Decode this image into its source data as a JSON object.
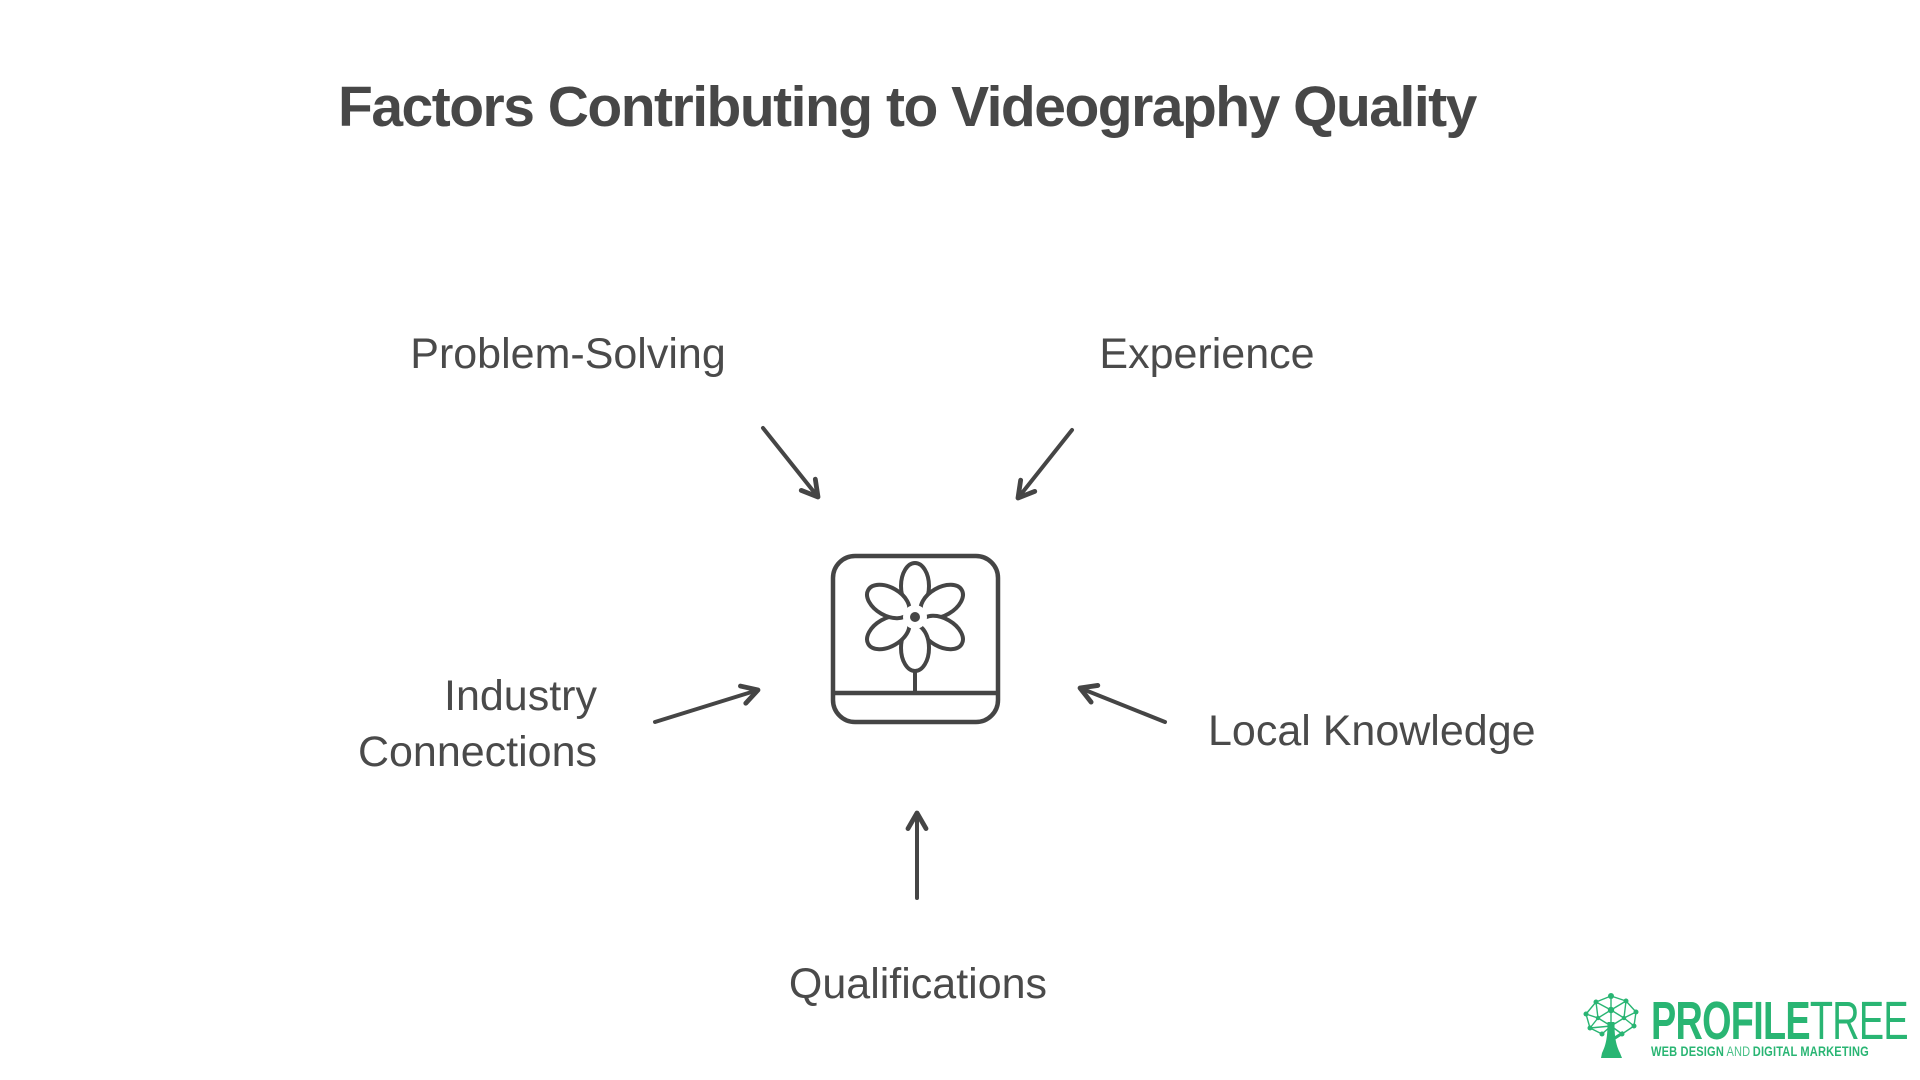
{
  "title": "Factors Contributing to Videography Quality",
  "diagram": {
    "type": "hub-and-spoke",
    "center_icon": "flower-in-planter-icon",
    "factors": [
      {
        "label": "Problem-Solving",
        "position": "top-left",
        "arrow_direction": "down-right-to-center"
      },
      {
        "label": "Experience",
        "position": "top-right",
        "arrow_direction": "down-left-to-center"
      },
      {
        "label": "Industry Connections",
        "position": "left",
        "arrow_direction": "up-right-to-center"
      },
      {
        "label": "Local Knowledge",
        "position": "right",
        "arrow_direction": "up-left-to-center"
      },
      {
        "label": "Qualifications",
        "position": "bottom",
        "arrow_direction": "up-to-center"
      }
    ]
  },
  "colors": {
    "background": "#ffffff",
    "title_text": "#474747",
    "label_text": "#4a4a4a",
    "line_stroke": "#454545",
    "brand_green": "#29b573"
  },
  "logo": {
    "icon": "network-tree-icon",
    "brand_first": "PROFILE",
    "brand_second": "TREE",
    "tagline_parts": [
      "WEB DESIGN",
      "AND",
      "DIGITAL MARKETING"
    ]
  }
}
